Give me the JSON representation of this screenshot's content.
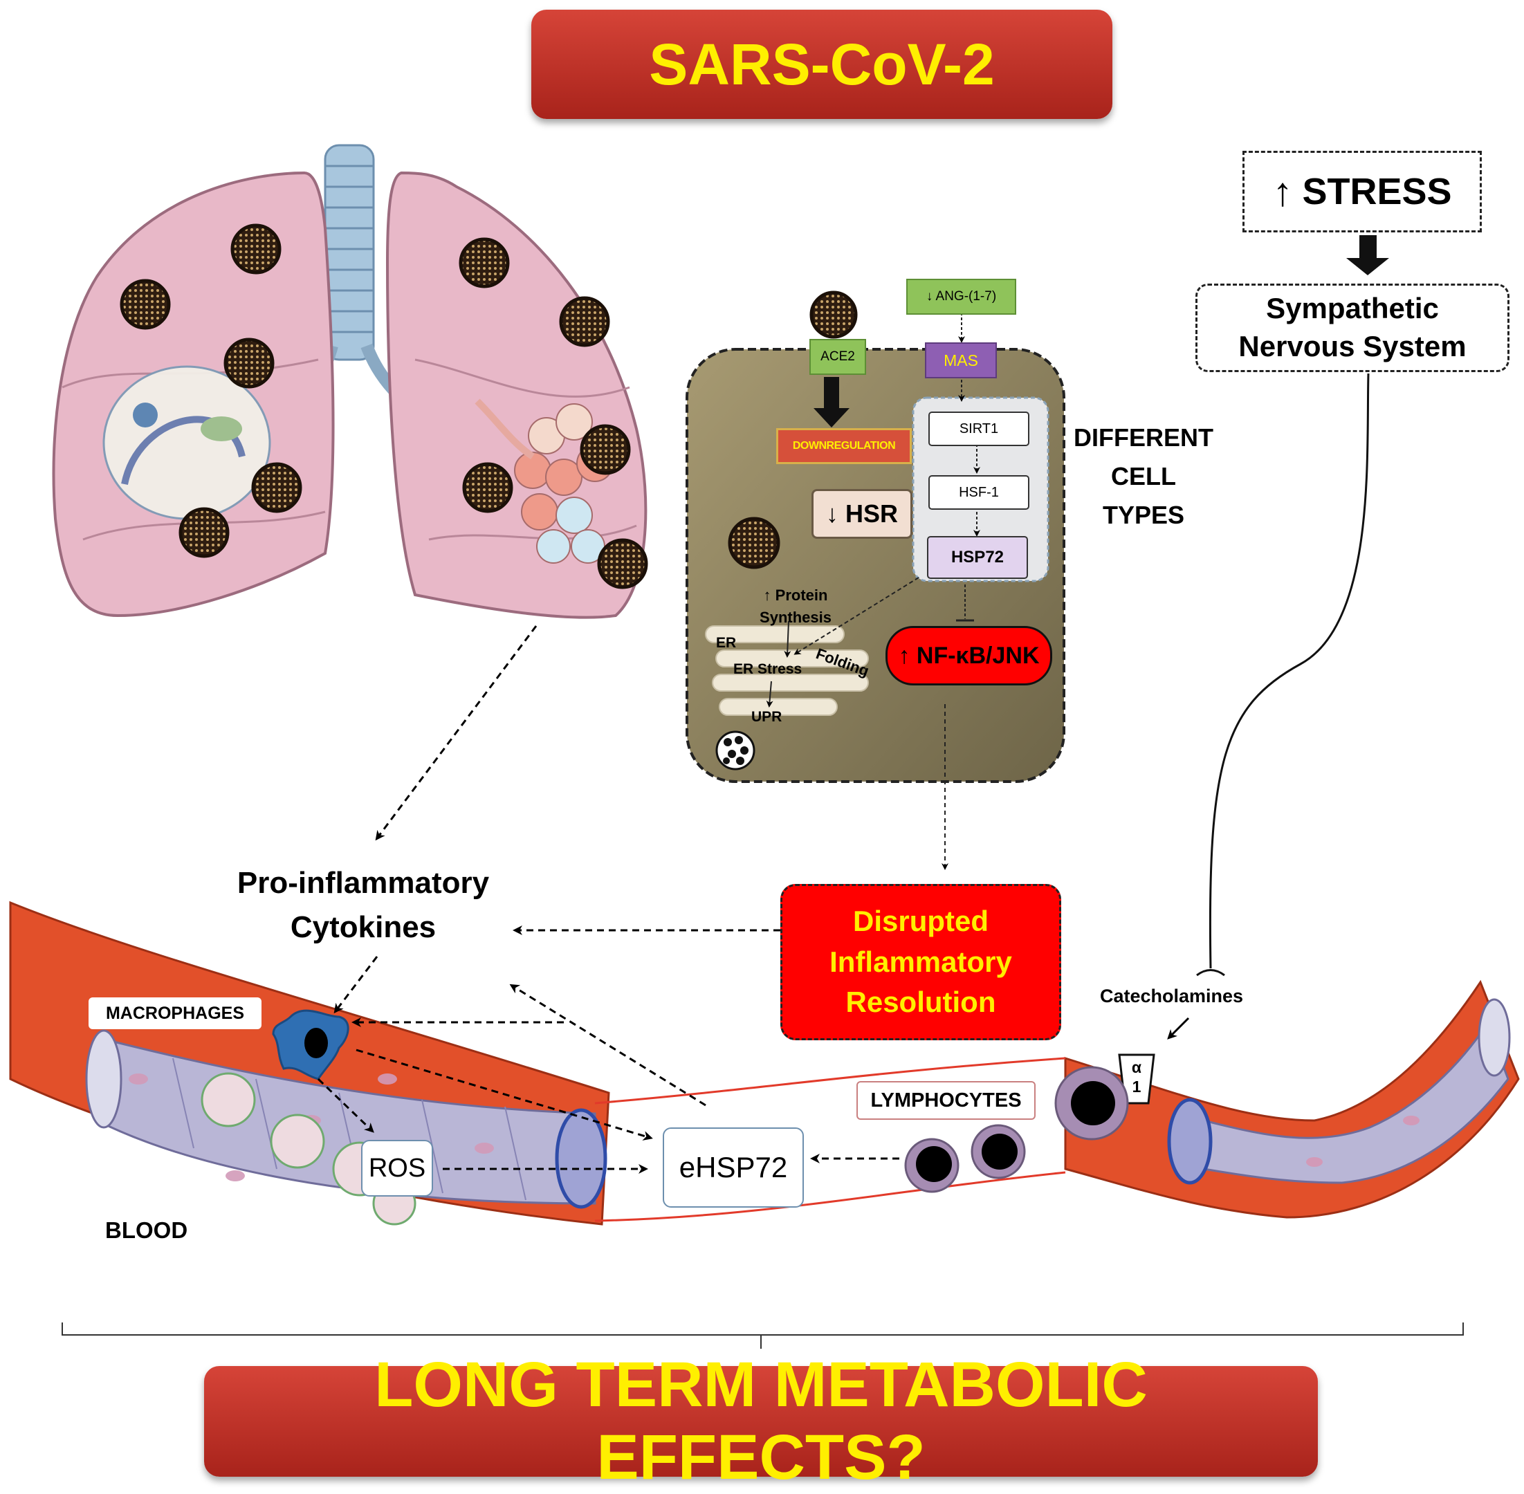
{
  "title": "SARS-CoV-2",
  "footer": "LONG TERM METABOLIC EFFECTS?",
  "stress": {
    "arrow": "↑",
    "label": "STRESS"
  },
  "sns": {
    "line1": "Sympathetic",
    "line2": "Nervous System"
  },
  "cell": {
    "side_label_1": "DIFFERENT",
    "side_label_2": "CELL",
    "side_label_3": "TYPES",
    "receptor_ace2": "ACE2",
    "ang_label": "↓ ANG-(1-7)",
    "mas": "MAS",
    "downregulation": "DOWNREGULATION",
    "hsr": "↓ HSR",
    "sirt1": "SIRT1",
    "hsf1": "HSF-1",
    "hsp72": "HSP72",
    "nfkb": "↑ NF-κB/JNK",
    "protein_synthesis_1": "↑ Protein",
    "protein_synthesis_2": "Synthesis",
    "er": "ER",
    "er_stress": "ER Stress",
    "folding": "Folding",
    "upr": "UPR"
  },
  "cytokines": {
    "line1": "Pro-inflammatory",
    "line2": "Cytokines"
  },
  "disrupted": {
    "line1": "Disrupted",
    "line2": "Inflammatory",
    "line3": "Resolution"
  },
  "vessel": {
    "macrophages": "MACROPHAGES",
    "ros": "ROS",
    "ehsp72": "eHSP72",
    "lymphocytes": "LYMPHOCYTES",
    "catecholamines": "Catecholamines",
    "alpha_receptor_1": "α",
    "alpha_receptor_2": "1",
    "blood": "BLOOD"
  },
  "colors": {
    "banner_red": "#c0302a",
    "banner_text": "#ffef00",
    "lung_pink": "#e8b8c8",
    "cell_bg": "#8f8461",
    "vessel_red": "#e2502a",
    "vessel_inner": "#b9b6d6",
    "nfkb_red": "#ff0000",
    "ang_green": "#8fc35a",
    "mas_purple": "#8e5fb3"
  }
}
